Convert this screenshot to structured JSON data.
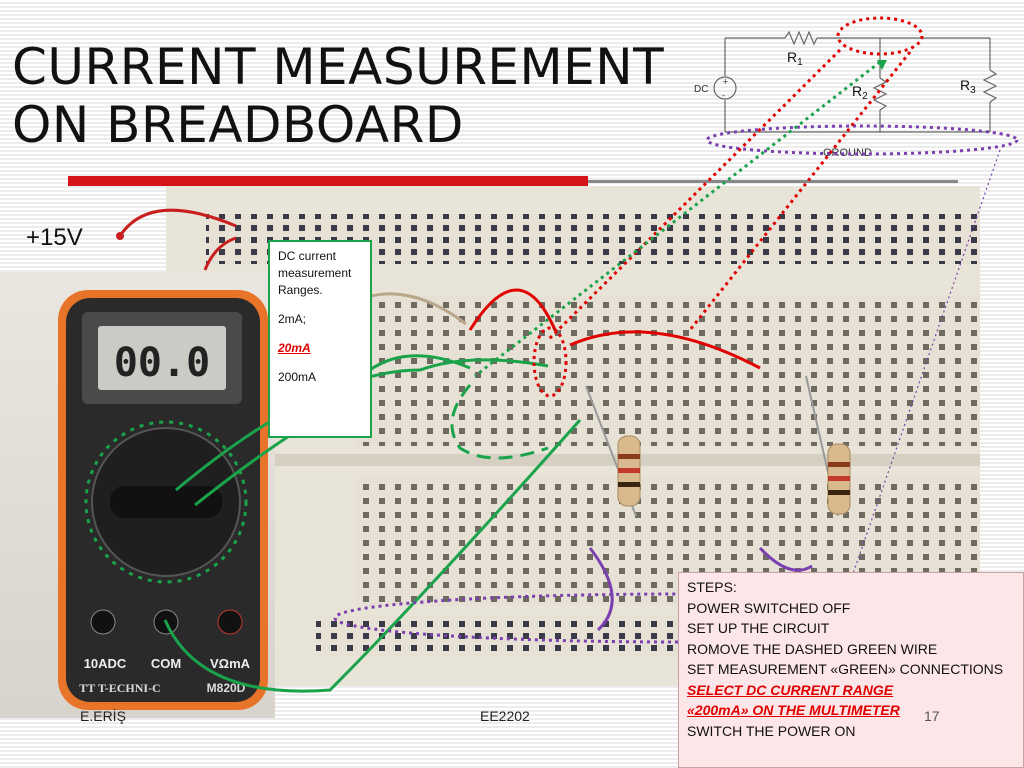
{
  "slide": {
    "title_line1": "CURRENT MEASUREMENT",
    "title_line2": "ON BREADBOARD",
    "supply_label": "+15V",
    "author": "E.ERİŞ",
    "course": "EE2202",
    "page_number": "17"
  },
  "schematic": {
    "r1": "R",
    "r1_sub": "1",
    "r2": "R",
    "r2_sub": "2",
    "r3": "R",
    "r3_sub": "3",
    "dc": "DC",
    "ground": "GROUND"
  },
  "meter": {
    "display": "00.0",
    "brand": "TT T-ECHNI-C",
    "model": "M820D",
    "terminal_10a": "10ADC",
    "terminal_com": "COM",
    "terminal_vohm": "VΩmA"
  },
  "ranges_note": {
    "heading": "DC current measurement Ranges.",
    "range_1": "2mA;",
    "range_2": "20mA",
    "range_3": "200mA"
  },
  "steps": {
    "heading": "STEPS:",
    "step_1": "POWER SWITCHED OFF",
    "step_2": "SET UP THE CIRCUIT",
    "step_3": "ROMOVE THE DASHED GREEN WIRE",
    "step_4": "SET MEASUREMENT «GREEN» CONNECTIONS",
    "step_5_line1": "SELECT  DC CURRENT RANGE",
    "step_5_line2": "«200mA» ON THE MULTIMETER",
    "step_6": "SWITCH THE POWER ON"
  },
  "colors": {
    "accent_red": "#d4141a",
    "wire_green": "#1aa34a",
    "wire_purple": "#7b3fb0",
    "meter_orange": "#e8742a",
    "steps_bg": "#fde6e8"
  }
}
